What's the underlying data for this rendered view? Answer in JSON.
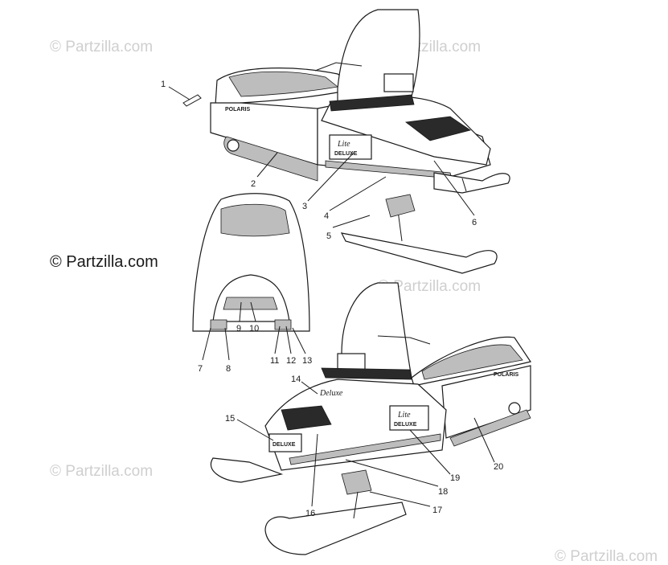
{
  "watermarks": {
    "main": "© Partzilla.com",
    "faint": "© Partzilla.com"
  },
  "decals": {
    "brand": "POLARIS",
    "model_script": "Lite",
    "model_plain": "DELUXE",
    "hood_script": "Deluxe"
  },
  "callouts": [
    "1",
    "2",
    "3",
    "4",
    "5",
    "6",
    "7",
    "8",
    "9",
    "10",
    "11",
    "12",
    "13",
    "14",
    "15",
    "16",
    "17",
    "18",
    "19",
    "20"
  ]
}
